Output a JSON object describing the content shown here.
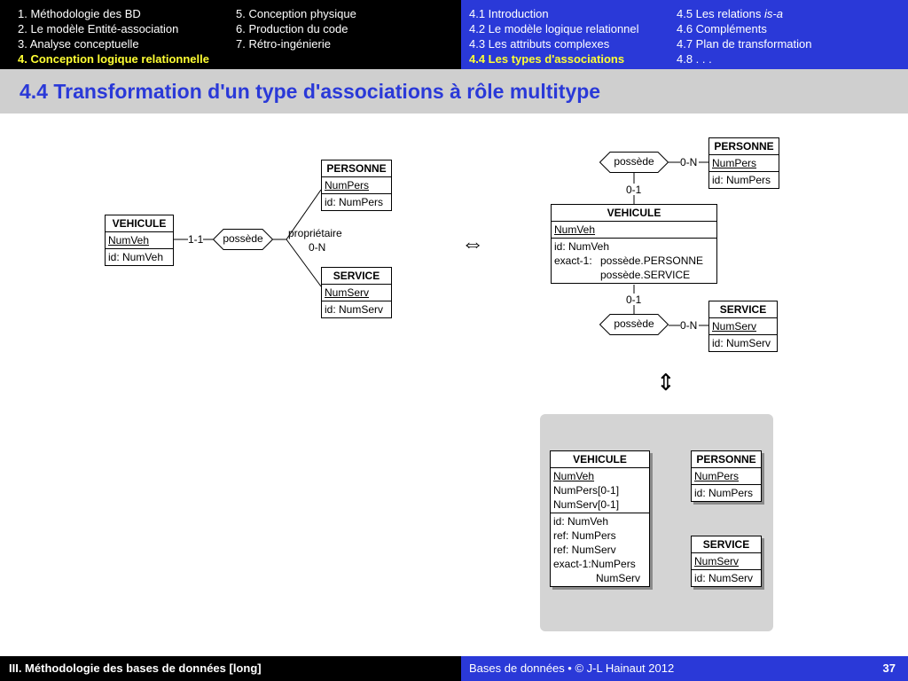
{
  "nav": {
    "left_col1": [
      "1. Méthodologie des BD",
      "2. Le modèle Entité-association",
      "3. Analyse conceptuelle",
      "4. Conception logique relationnelle"
    ],
    "left_col2": [
      "5. Conception physique",
      "6. Production du code",
      "7. Rétro-ingénierie"
    ],
    "right_col1": [
      "4.1 Introduction",
      "4.2 Le modèle logique relationnel",
      "4.3 Les attributs complexes",
      "4.4 Les types d'associations"
    ],
    "right_col2_1": "4.5 Les relations ",
    "right_col2_1_em": "is-a",
    "right_col2": [
      "4.6 Compléments",
      "4.7 Plan de transformation",
      "4.8 . . ."
    ]
  },
  "title": "4.4 Transformation d'un type d'associations à rôle multitype",
  "diagram_left": {
    "vehicule": {
      "name": "VEHICULE",
      "attr": "NumVeh",
      "id": "id: NumVeh"
    },
    "personne": {
      "name": "PERSONNE",
      "attr": "NumPers",
      "id": "id: NumPers"
    },
    "service": {
      "name": "SERVICE",
      "attr": "NumServ",
      "id": "id: NumServ"
    },
    "rel": "possède",
    "card_vehicule": "1-1",
    "role": "propriétaire",
    "card_role": "0-N"
  },
  "equiv_horizontal": "⇔",
  "equiv_vertical": "⇕",
  "diagram_right": {
    "personne": {
      "name": "PERSONNE",
      "attr": "NumPers",
      "id": "id: NumPers"
    },
    "vehicule": {
      "name": "VEHICULE",
      "attr": "NumVeh",
      "id": "id: NumVeh",
      "constraint_label": "exact-1:",
      "constraint_1": "possède.PERSONNE",
      "constraint_2": "possède.SERVICE"
    },
    "service": {
      "name": "SERVICE",
      "attr": "NumServ",
      "id": "id: NumServ"
    },
    "rel_top": "possède",
    "rel_bottom": "possède",
    "card_top_right": "0-N",
    "card_top_down": "0-1",
    "card_bottom_up": "0-1",
    "card_bottom_right": "0-N"
  },
  "diagram_logical": {
    "vehicule": {
      "name": "VEHICULE",
      "attrs": [
        "NumVeh",
        "NumPers[0-1]",
        "NumServ[0-1]"
      ],
      "constraints": [
        "id: NumVeh",
        "ref: NumPers",
        "ref: NumServ",
        "exact-1:NumPers"
      ],
      "constraint_cont": "NumServ"
    },
    "personne": {
      "name": "PERSONNE",
      "attr": "NumPers",
      "id": "id: NumPers"
    },
    "service": {
      "name": "SERVICE",
      "attr": "NumServ",
      "id": "id: NumServ"
    }
  },
  "footer": {
    "left": "III. Méthodologie des bases de données [long]",
    "right": "Bases de données • © J-L Hainaut  2012",
    "page": "37"
  }
}
